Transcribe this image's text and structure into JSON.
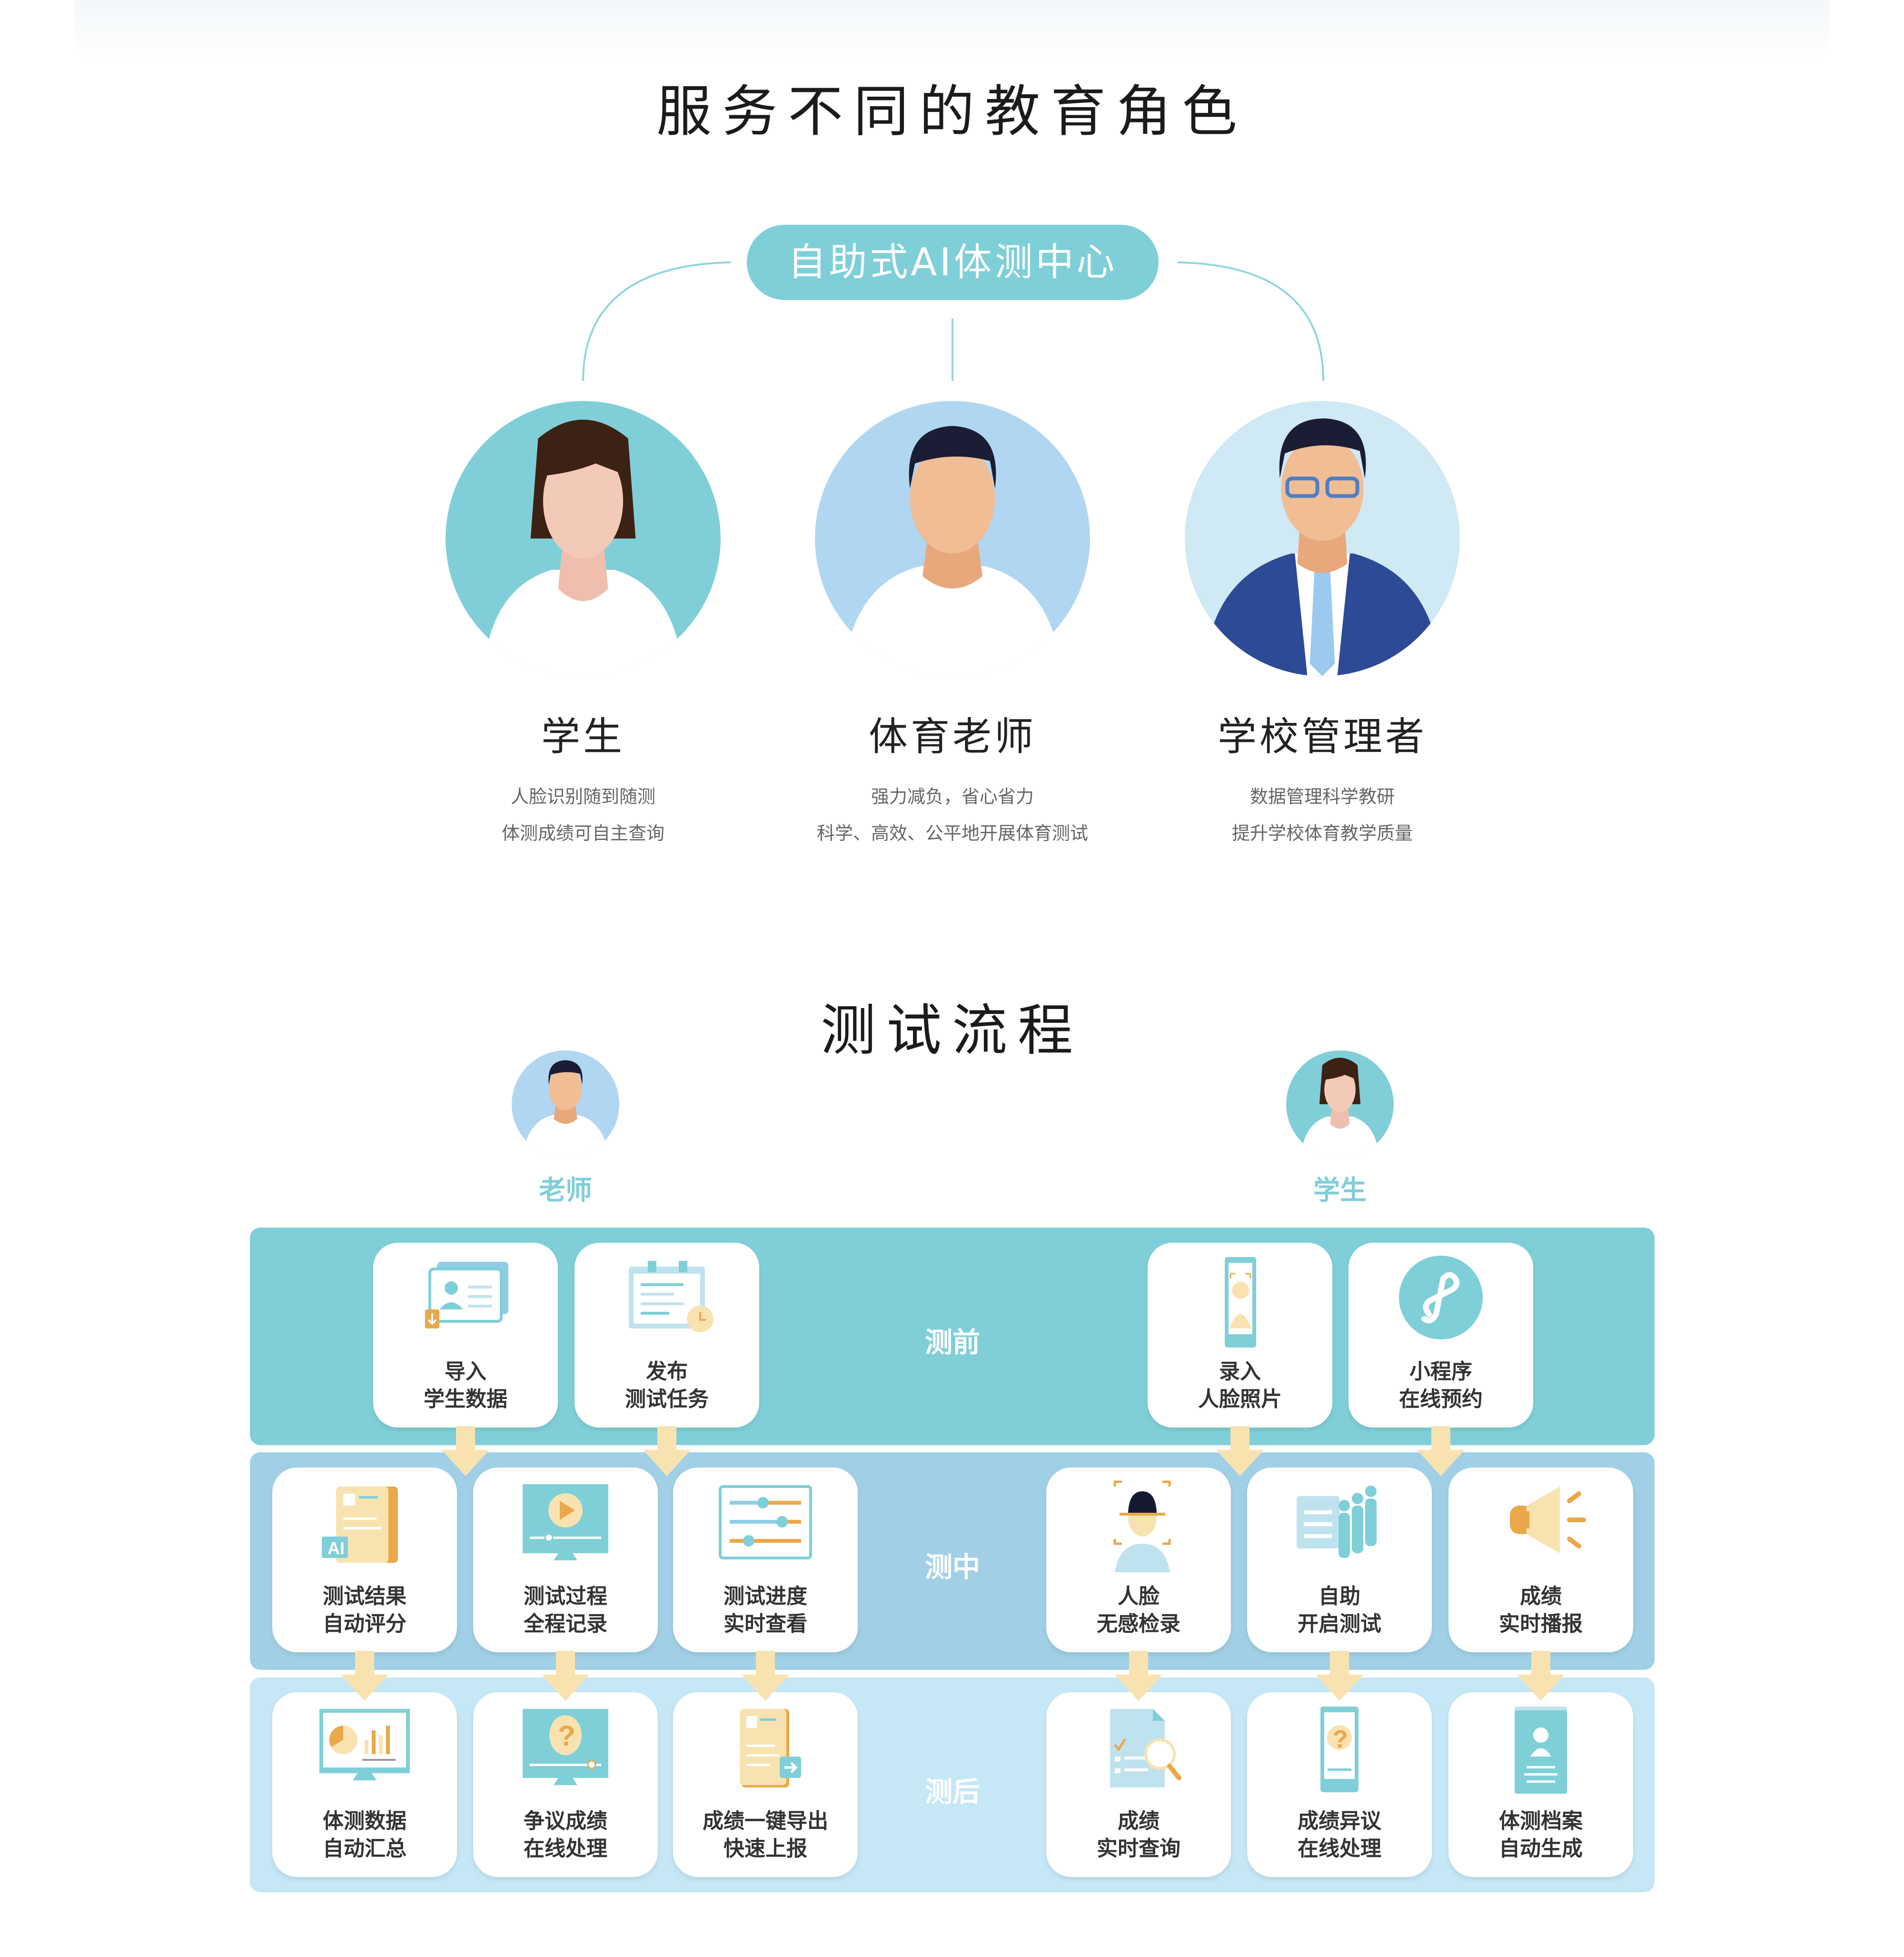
{
  "roles_section": {
    "title": "服务不同的教育角色",
    "center_label": "自助式AI体测中心",
    "roles": [
      {
        "name": "学生",
        "lines": [
          "人脸识别随到随测",
          "体测成绩可自主查询"
        ]
      },
      {
        "name": "体育老师",
        "lines": [
          "强力减负，省心省力",
          "科学、高效、公平地开展体育测试"
        ]
      },
      {
        "name": "学校管理者",
        "lines": [
          "数据管理科学教研",
          "提升学校体育教学质量"
        ]
      }
    ]
  },
  "process_section": {
    "title": "测试流程",
    "actors": {
      "teacher": "老师",
      "student": "学生"
    },
    "stages": [
      {
        "label": "测前",
        "cards": [
          {
            "line1": "导入",
            "line2": "学生数据",
            "icon": "import-student-icon"
          },
          {
            "line1": "发布",
            "line2": "测试任务",
            "icon": "publish-task-icon"
          },
          {
            "line1": "录入",
            "line2": "人脸照片",
            "icon": "face-photo-icon"
          },
          {
            "line1": "小程序",
            "line2": "在线预约",
            "icon": "mini-program-icon"
          }
        ]
      },
      {
        "label": "测中",
        "cards": [
          {
            "line1": "测试结果",
            "line2": "自动评分",
            "icon": "ai-score-icon"
          },
          {
            "line1": "测试过程",
            "line2": "全程记录",
            "icon": "video-record-icon"
          },
          {
            "line1": "测试进度",
            "line2": "实时查看",
            "icon": "progress-sliders-icon"
          },
          {
            "line1": "人脸",
            "line2": "无感检录",
            "icon": "face-scan-icon"
          },
          {
            "line1": "自助",
            "line2": "开启测试",
            "icon": "self-service-icon"
          },
          {
            "line1": "成绩",
            "line2": "实时播报",
            "icon": "speaker-icon"
          }
        ]
      },
      {
        "label": "测后",
        "cards": [
          {
            "line1": "体测数据",
            "line2": "自动汇总",
            "icon": "data-summary-icon"
          },
          {
            "line1": "争议成绩",
            "line2": "在线处理",
            "icon": "dispute-icon"
          },
          {
            "line1": "成绩一键导出",
            "line2": "快速上报",
            "icon": "export-icon"
          },
          {
            "line1": "成绩",
            "line2": "实时查询",
            "icon": "score-search-icon"
          },
          {
            "line1": "成绩异议",
            "line2": "在线处理",
            "icon": "objection-icon"
          },
          {
            "line1": "体测档案",
            "line2": "自动生成",
            "icon": "archive-icon"
          }
        ]
      }
    ]
  },
  "colors": {
    "teal": "#7ecfd8",
    "band1": "#80cfd8",
    "band2": "#a1d0e6",
    "band3": "#c5e7f6",
    "orange": "#eaa84a",
    "arrow": "#f8e3b0"
  }
}
